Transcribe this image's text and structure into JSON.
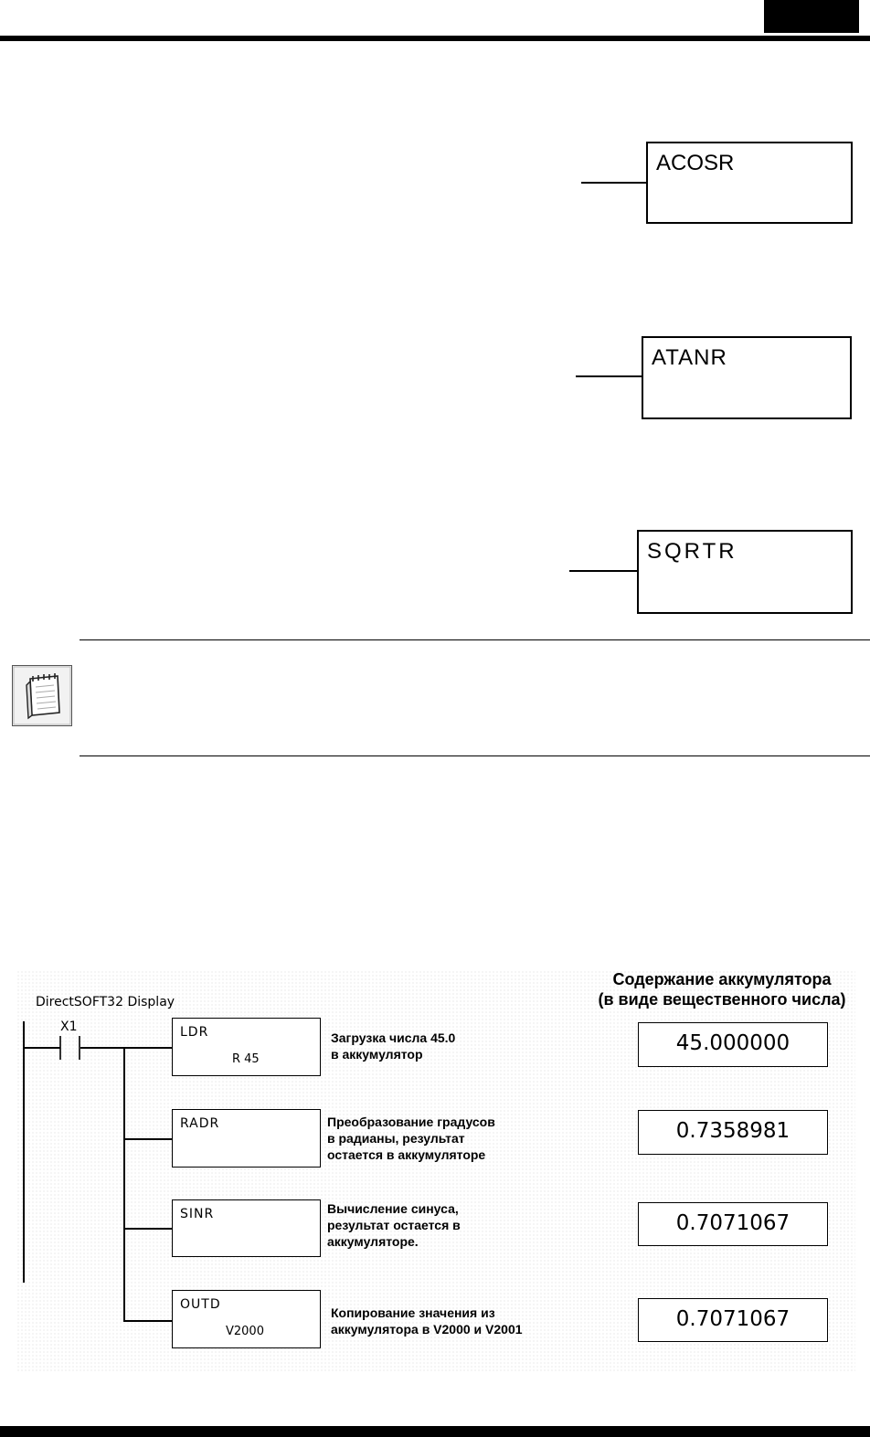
{
  "instructions": [
    {
      "label": "ACOSR"
    },
    {
      "label": "ATANR"
    },
    {
      "label": "SQRTR"
    }
  ],
  "example": {
    "display_caption": "DirectSOFT32 Display",
    "accumulator_title_line1": "Содержание аккумулятора",
    "accumulator_title_line2": "(в виде вещественного числа)",
    "contact_label": "X1",
    "rungs": [
      {
        "op": "LDR",
        "arg": "R 45",
        "desc": [
          "Загрузка числа 45.0",
          "в аккумулятор"
        ],
        "acc": "45.000000"
      },
      {
        "op": "RADR",
        "arg": "",
        "desc": [
          "Преобразование градусов",
          "в радианы, результат",
          "остается в аккумуляторе"
        ],
        "acc": "0.7358981"
      },
      {
        "op": "SINR",
        "arg": "",
        "desc": [
          "Вычисление синуса,",
          "результат остается в",
          "аккумуляторе."
        ],
        "acc": "0.7071067"
      },
      {
        "op": "OUTD",
        "arg": "V2000",
        "desc": [
          "Копирование значения из",
          "аккумулятора в V2000 и V2001"
        ],
        "acc": "0.7071067"
      }
    ]
  },
  "icons": {
    "note": "notepad-icon"
  }
}
